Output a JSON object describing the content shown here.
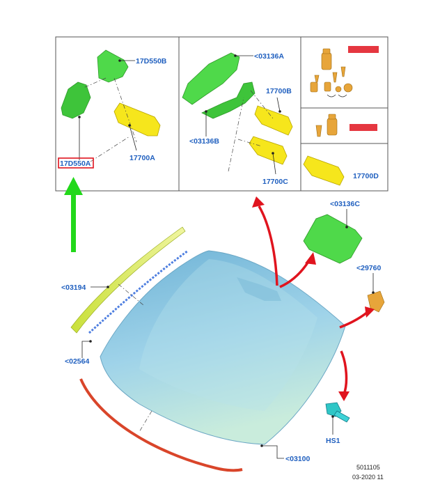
{
  "labels": {
    "p17d550b": "17D550B",
    "p17d550a": "17D550A",
    "p17700a": "17700A",
    "p03136a": "<03136A",
    "p17700b": "17700B",
    "p03136b": "<03136B",
    "p17700c": "17700C",
    "p17700d": "17700D",
    "p03136c": "<03136C",
    "p29760": "<29760",
    "p03194": "<03194",
    "p02564": "<02564",
    "hs1": "HS1",
    "p03100": "<03100"
  },
  "footer": {
    "ref": "5011105",
    "date": "03-2020 11"
  },
  "colors": {
    "highlight_box": "#e0141e",
    "label_blue": "#1f5fbf",
    "arrow_red": "#e0141e",
    "arrow_green": "#22d81a",
    "glass": "#8ec8e4",
    "part_green": "#4fd94a",
    "part_yellow": "#f6e61c"
  },
  "icons": {
    "green_arrow": "arrow-up-icon",
    "red_arrows": "curved-arrow-icon"
  }
}
